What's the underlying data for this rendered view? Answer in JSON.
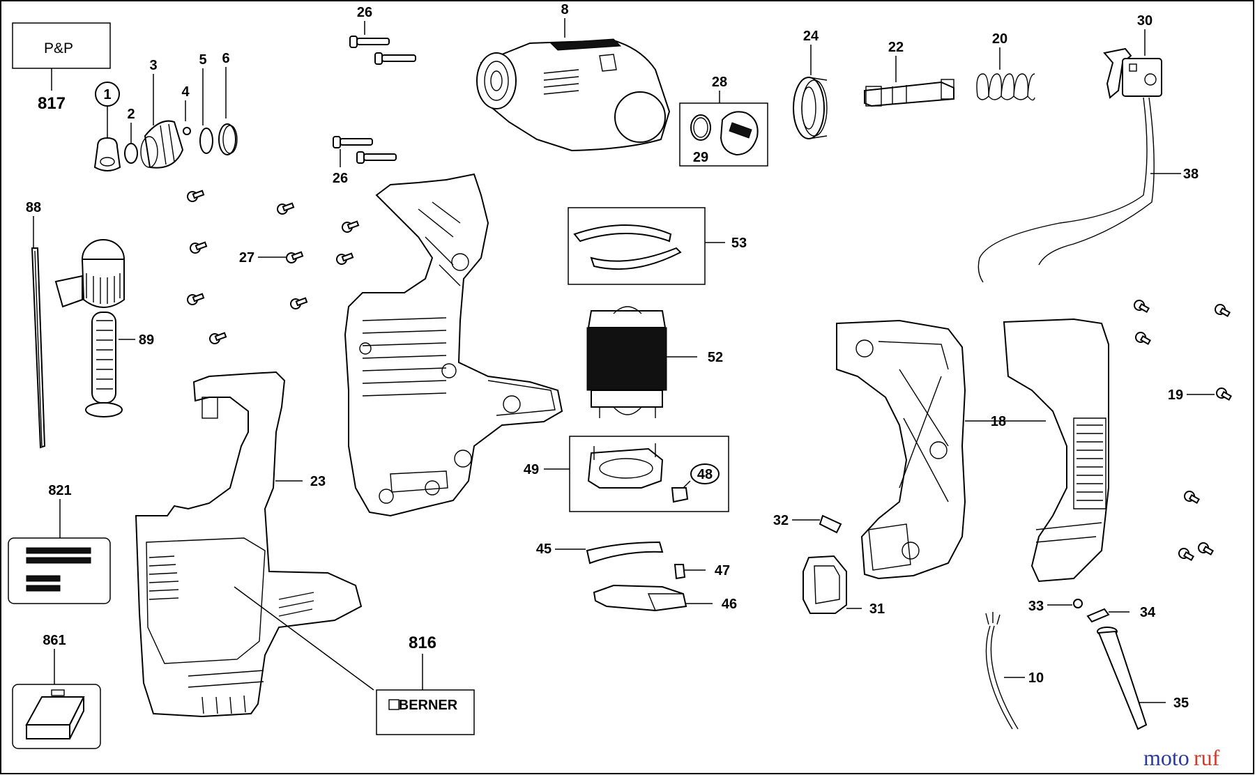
{
  "diagram": {
    "callouts": {
      "c1": "1",
      "c2": "2",
      "c3": "3",
      "c4": "4",
      "c5": "5",
      "c6": "6",
      "c8": "8",
      "c10": "10",
      "c18": "18",
      "c19": "19",
      "c20": "20",
      "c22": "22",
      "c23": "23",
      "c24": "24",
      "c26a": "26",
      "c26b": "26",
      "c27": "27",
      "c28": "28",
      "c29": "29",
      "c30": "30",
      "c31": "31",
      "c32": "32",
      "c33": "33",
      "c34": "34",
      "c35": "35",
      "c38": "38",
      "c45": "45",
      "c46": "46",
      "c47": "47",
      "c48": "48",
      "c49": "49",
      "c52": "52",
      "c53": "53",
      "c88": "88",
      "c89": "89"
    },
    "kits": {
      "pp_label": "P&P",
      "pp_number": "817",
      "label_kit_number": "821",
      "case_number": "861",
      "badge_number": "816",
      "badge_brand": "BERNER"
    },
    "watermark": {
      "part1": "moto",
      "part2": "ruf"
    },
    "colors": {
      "ink": "#000000",
      "paper": "#ffffff",
      "watermark_blue": "#2b3aa0",
      "watermark_red": "#d23a2a"
    }
  }
}
